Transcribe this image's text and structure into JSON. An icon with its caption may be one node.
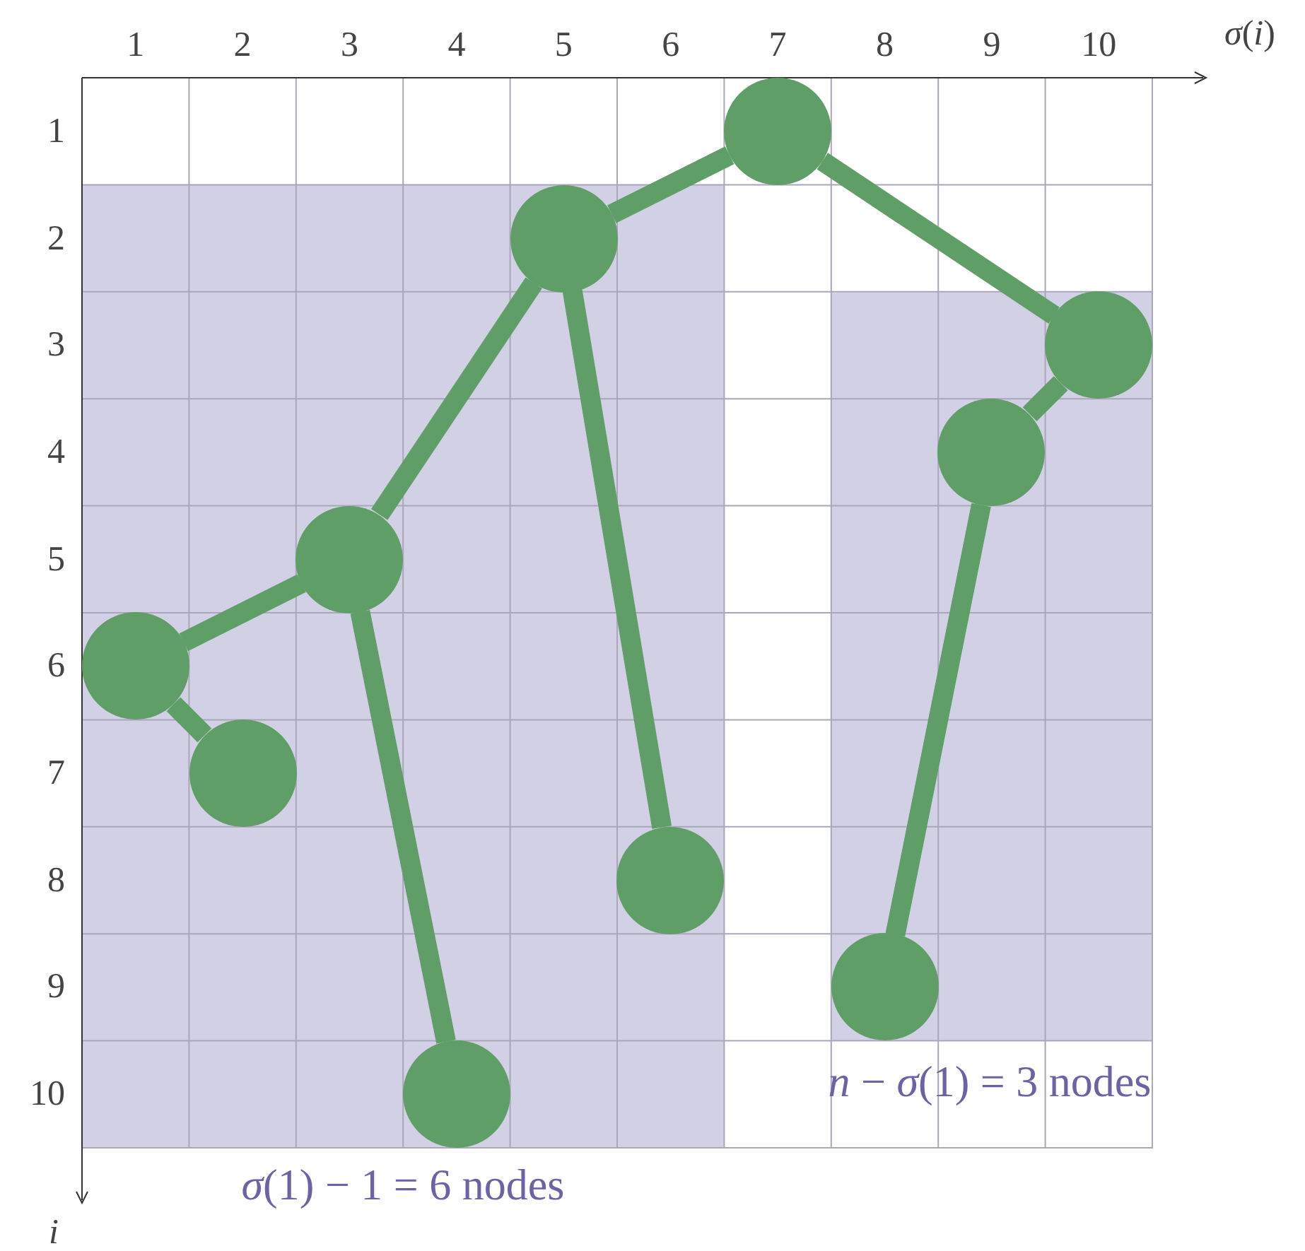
{
  "diagram": {
    "nodes": [
      {
        "text": [],
        "shape": "circle"
      },
      {
        "text": [],
        "shape": "circle"
      },
      {
        "text": [],
        "shape": "circle"
      },
      {
        "text": [],
        "shape": "circle"
      },
      {
        "text": [],
        "shape": "circle"
      },
      {
        "text": [],
        "shape": "circle"
      },
      {
        "text": [],
        "shape": "circle"
      },
      {
        "text": [],
        "shape": "circle"
      },
      {
        "text": [],
        "shape": "circle"
      },
      {
        "text": [],
        "shape": "circle"
      }
    ],
    "edges": [
      {
        "from": 0,
        "to": 1,
        "arrow": "none"
      },
      {
        "from": 0,
        "to": 2,
        "arrow": "none"
      },
      {
        "from": 2,
        "to": 3,
        "arrow": "none"
      },
      {
        "from": 3,
        "to": 8,
        "arrow": "none"
      },
      {
        "from": 1,
        "to": 4,
        "arrow": "none"
      },
      {
        "from": 1,
        "to": 7,
        "arrow": "none"
      },
      {
        "from": 4,
        "to": 5,
        "arrow": "none"
      },
      {
        "from": 5,
        "to": 6,
        "arrow": "none"
      },
      {
        "from": 4,
        "to": 9,
        "arrow": "none"
      }
    ],
    "labels": [
      "1",
      "2",
      "3",
      "4",
      "5",
      "6",
      "7",
      "8",
      "9",
      "10",
      "*σ*(*i*)",
      "1",
      "2",
      "3",
      "4",
      "5",
      "6",
      "7",
      "8",
      "9",
      "10",
      "i",
      "*σ*(1) − 1 = 6 nodes",
      "*n* − *σ*(1) = 3 nodes"
    ]
  }
}
